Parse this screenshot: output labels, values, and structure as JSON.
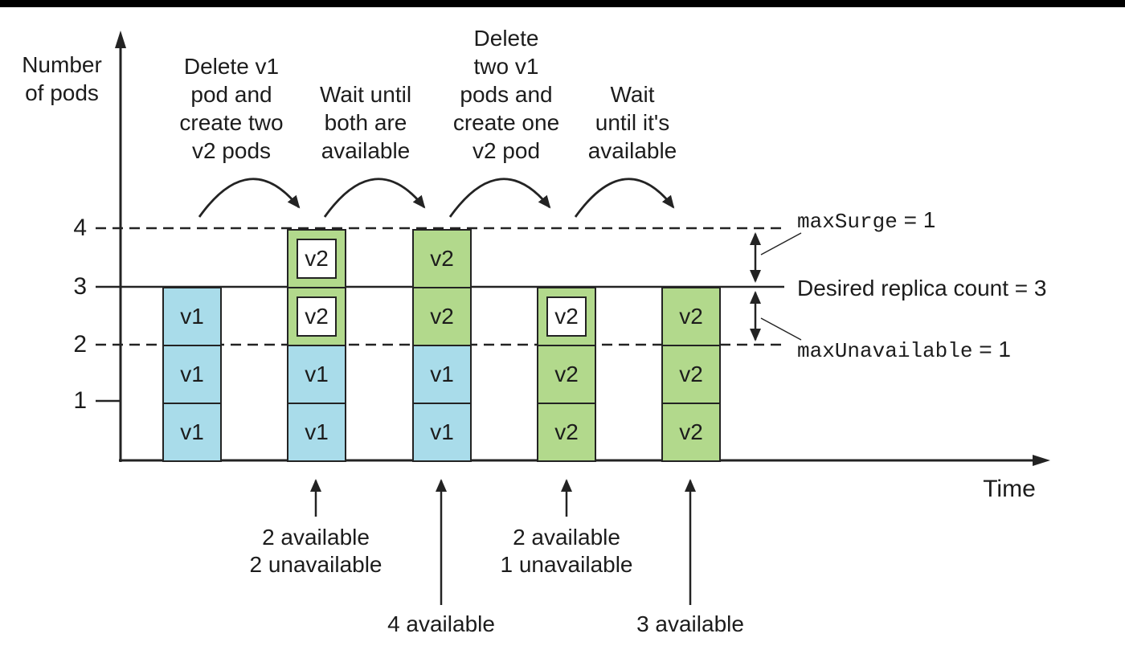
{
  "colors": {
    "v1_fill": "#a9dcea",
    "v2_fill": "#b2d98c",
    "ink": "#232323"
  },
  "y_axis": {
    "label": "Number\nof pods",
    "ticks": [
      "4",
      "3",
      "2",
      "1"
    ]
  },
  "x_axis": {
    "label": "Time"
  },
  "step_labels": [
    "Delete v1\npod and\ncreate two\nv2 pods",
    "Wait until\nboth are\navailable",
    "Delete\ntwo v1\npods and\ncreate one\nv2 pod",
    "Wait\nuntil it's\navailable"
  ],
  "reference_lines": {
    "max_surge": {
      "code": "maxSurge",
      "rest": " = 1"
    },
    "desired": {
      "text": "Desired replica count = 3"
    },
    "max_unavailable": {
      "code": "maxUnavailable",
      "rest": " = 1"
    }
  },
  "columns": [
    {
      "pods": [
        {
          "label": "v1",
          "state": "running-v1"
        },
        {
          "label": "v1",
          "state": "running-v1"
        },
        {
          "label": "v1",
          "state": "running-v1"
        }
      ]
    },
    {
      "pods": [
        {
          "label": "v2",
          "state": "starting-v2"
        },
        {
          "label": "v2",
          "state": "starting-v2"
        },
        {
          "label": "v1",
          "state": "running-v1"
        },
        {
          "label": "v1",
          "state": "running-v1"
        }
      ]
    },
    {
      "pods": [
        {
          "label": "v2",
          "state": "running-v2"
        },
        {
          "label": "v2",
          "state": "running-v2"
        },
        {
          "label": "v1",
          "state": "running-v1"
        },
        {
          "label": "v1",
          "state": "running-v1"
        }
      ]
    },
    {
      "pods": [
        {
          "label": "v2",
          "state": "starting-v2"
        },
        {
          "label": "v2",
          "state": "running-v2"
        },
        {
          "label": "v2",
          "state": "running-v2"
        }
      ]
    },
    {
      "pods": [
        {
          "label": "v2",
          "state": "running-v2"
        },
        {
          "label": "v2",
          "state": "running-v2"
        },
        {
          "label": "v2",
          "state": "running-v2"
        }
      ]
    }
  ],
  "availability_notes": [
    "2 available\n2 unavailable",
    "4 available",
    "2 available\n1 unavailable",
    "3 available"
  ]
}
